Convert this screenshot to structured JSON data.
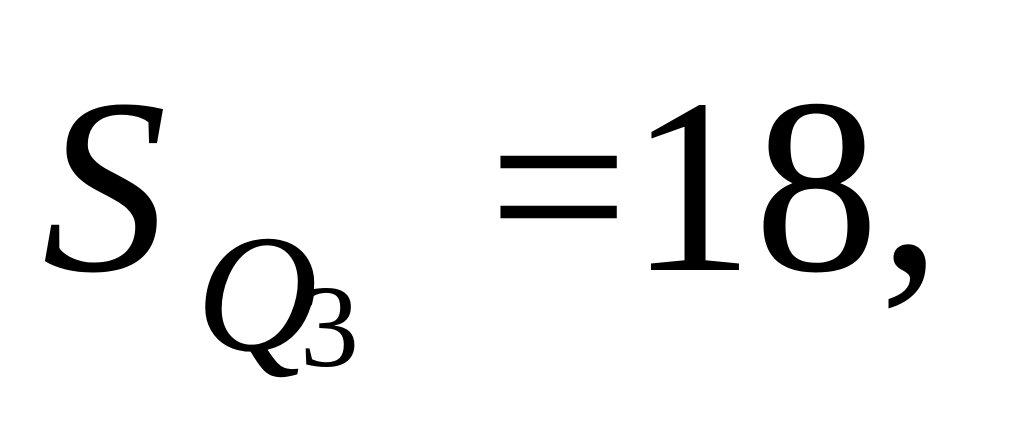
{
  "formula": {
    "variable": "S",
    "subscript": "Q",
    "sub_subscript": "3",
    "relation_and_value": "=18,"
  }
}
